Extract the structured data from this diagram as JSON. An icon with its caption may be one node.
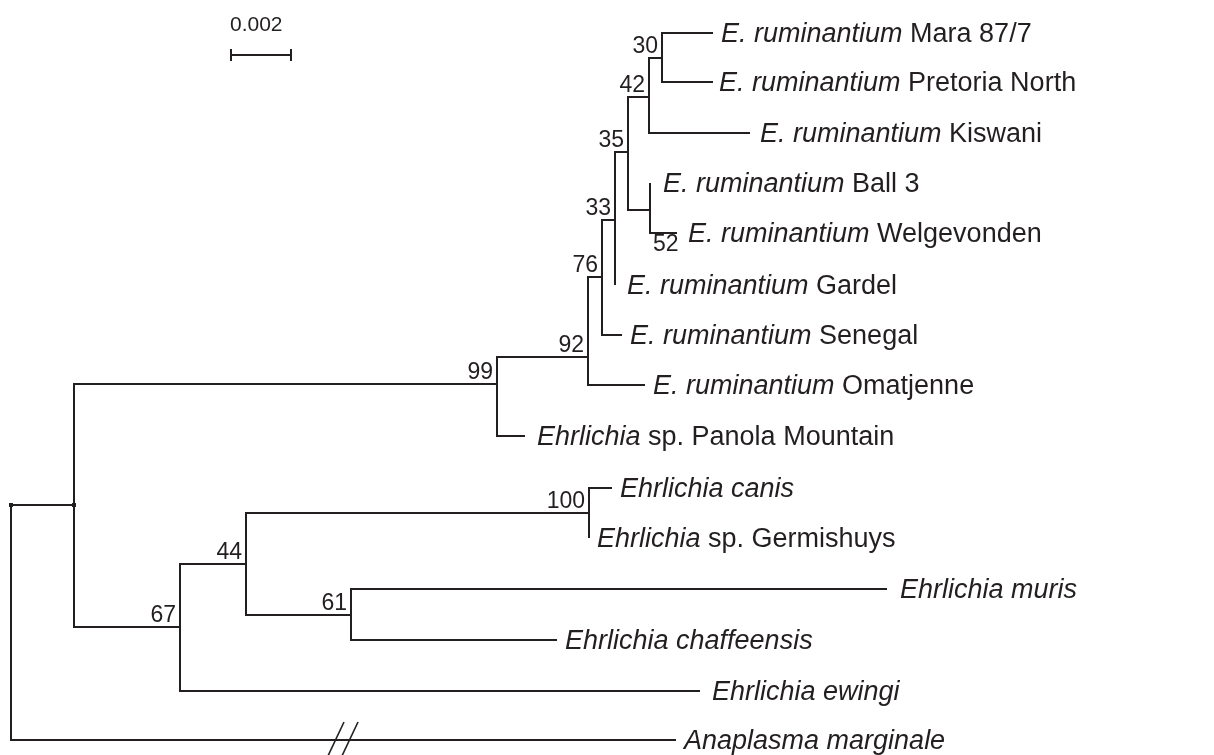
{
  "diagram": {
    "nodes": [
      {
        "text": [],
        "shape": "point"
      },
      {
        "text": [],
        "shape": "point"
      },
      {
        "text": [
          "99"
        ]
      },
      {
        "text": [
          "92"
        ]
      },
      {
        "text": [
          "76"
        ]
      },
      {
        "text": [
          "33"
        ]
      },
      {
        "text": [
          "35"
        ]
      },
      {
        "text": [
          "42"
        ]
      },
      {
        "text": [
          "30"
        ]
      },
      {
        "text": [
          "*E. ruminantium* Mara 87/7"
        ]
      },
      {
        "text": [
          "*E. ruminantium* Pretoria North"
        ]
      },
      {
        "text": [
          "*E. ruminantium* Kiswani"
        ]
      },
      {
        "text": [
          "52"
        ]
      },
      {
        "text": [
          "*E. ruminantium* Ball 3"
        ]
      },
      {
        "text": [
          "*E. ruminantium* Welgevonden"
        ]
      },
      {
        "text": [
          "*E. ruminantium* Gardel"
        ]
      },
      {
        "text": [
          "*E. ruminantium* Senegal"
        ]
      },
      {
        "text": [
          "*E. ruminantium* Omatjenne"
        ]
      },
      {
        "text": [
          "*Ehrlichia* sp. Panola Mountain"
        ]
      },
      {
        "text": [
          "67"
        ]
      },
      {
        "text": [
          "44"
        ]
      },
      {
        "text": [
          "100"
        ]
      },
      {
        "text": [
          "Ehrlichia canis"
        ]
      },
      {
        "text": [
          "*Ehrlichia* sp. Germishuys"
        ]
      },
      {
        "text": [
          "61"
        ]
      },
      {
        "text": [
          "Ehrlichia muris"
        ]
      },
      {
        "text": [
          "Ehrlichia chaffeensis"
        ]
      },
      {
        "text": [
          "Ehrlichia ewingi"
        ]
      },
      {
        "text": [
          "Anaplasma marginale"
        ]
      }
    ],
    "edges": [
      {
        "from": 0,
        "to": 1,
        "arrow": "none"
      },
      {
        "from": 0,
        "to": 28,
        "arrow": "none"
      },
      {
        "from": 1,
        "to": 2,
        "arrow": "none"
      },
      {
        "from": 1,
        "to": 19,
        "arrow": "none"
      },
      {
        "from": 2,
        "to": 3,
        "arrow": "none"
      },
      {
        "from": 2,
        "to": 18,
        "arrow": "none"
      },
      {
        "from": 3,
        "to": 4,
        "arrow": "none"
      },
      {
        "from": 3,
        "to": 17,
        "arrow": "none"
      },
      {
        "from": 4,
        "to": 5,
        "arrow": "none"
      },
      {
        "from": 4,
        "to": 16,
        "arrow": "none"
      },
      {
        "from": 5,
        "to": 6,
        "arrow": "none"
      },
      {
        "from": 5,
        "to": 15,
        "arrow": "none"
      },
      {
        "from": 6,
        "to": 7,
        "arrow": "none"
      },
      {
        "from": 6,
        "to": 12,
        "arrow": "none"
      },
      {
        "from": 7,
        "to": 8,
        "arrow": "none"
      },
      {
        "from": 7,
        "to": 11,
        "arrow": "none"
      },
      {
        "from": 8,
        "to": 9,
        "arrow": "none"
      },
      {
        "from": 8,
        "to": 10,
        "arrow": "none"
      },
      {
        "from": 12,
        "to": 13,
        "arrow": "none"
      },
      {
        "from": 12,
        "to": 14,
        "arrow": "none"
      },
      {
        "from": 19,
        "to": 20,
        "arrow": "none"
      },
      {
        "from": 19,
        "to": 27,
        "arrow": "none"
      },
      {
        "from": 20,
        "to": 21,
        "arrow": "none"
      },
      {
        "from": 20,
        "to": 24,
        "arrow": "none"
      },
      {
        "from": 21,
        "to": 22,
        "arrow": "none"
      },
      {
        "from": 21,
        "to": 23,
        "arrow": "none"
      },
      {
        "from": 24,
        "to": 25,
        "arrow": "none"
      },
      {
        "from": 24,
        "to": 26,
        "arrow": "none"
      }
    ],
    "labels": [
      "0.002"
    ]
  }
}
